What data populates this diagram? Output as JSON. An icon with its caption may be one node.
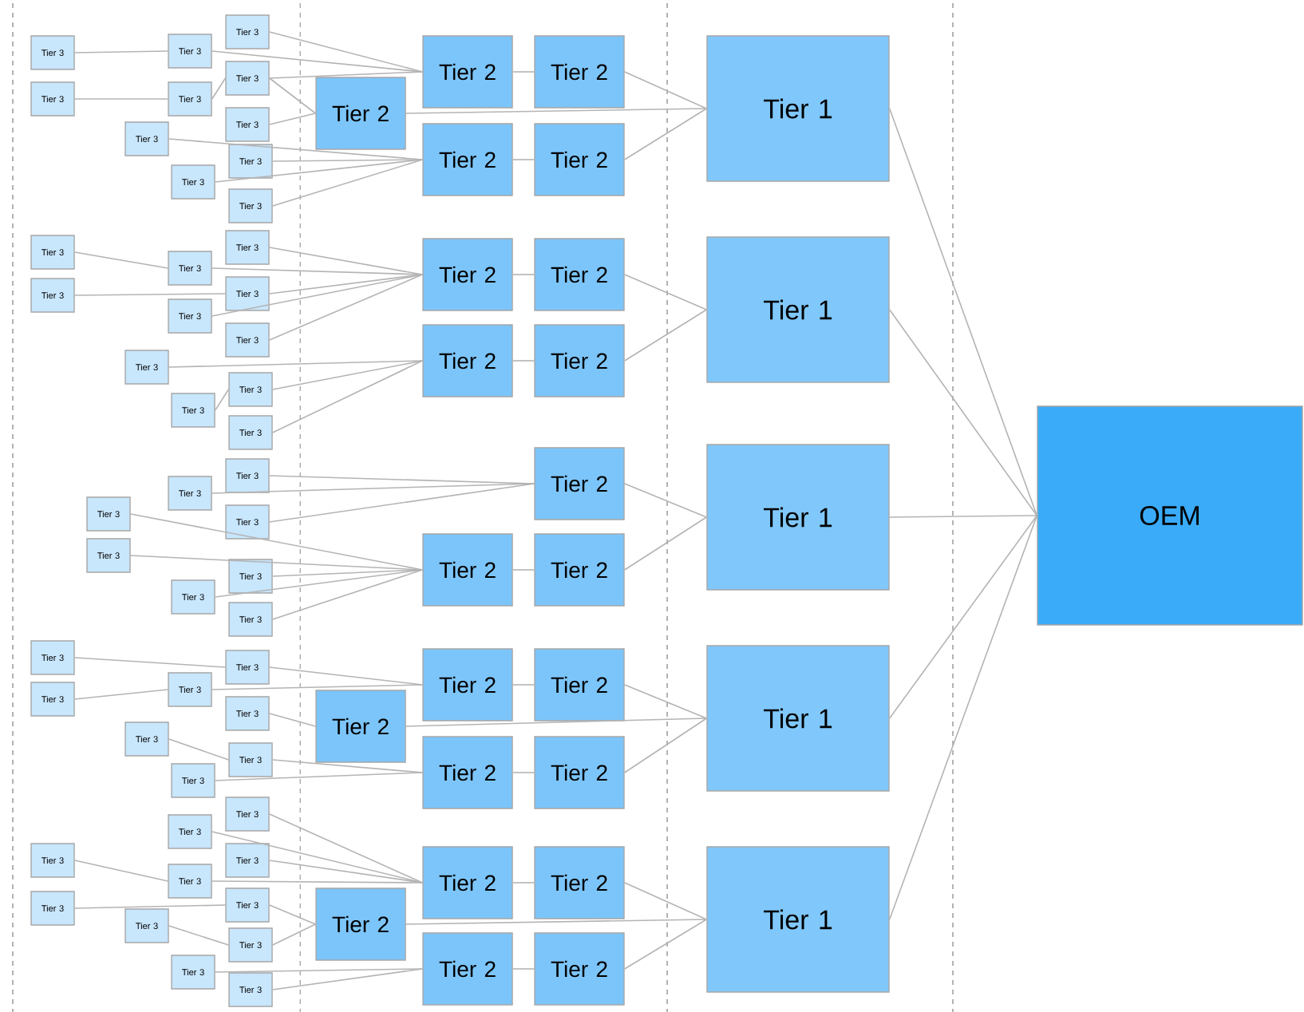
{
  "diagram": {
    "nodes": [
      {
        "text": [
          "Tier 3"
        ]
      },
      {
        "text": [
          "Tier 3"
        ]
      },
      {
        "text": [
          "Tier 3"
        ]
      },
      {
        "text": [
          "Tier 3"
        ]
      },
      {
        "text": [
          "Tier 3"
        ]
      },
      {
        "text": [
          "Tier 3"
        ]
      },
      {
        "text": [
          "Tier 3"
        ]
      },
      {
        "text": [
          "Tier 3"
        ]
      },
      {
        "text": [
          "Tier 3"
        ]
      },
      {
        "text": [
          "Tier 3"
        ]
      },
      {
        "text": [
          "Tier 3"
        ]
      },
      {
        "text": [
          "Tier 2"
        ]
      },
      {
        "text": [
          "Tier 2"
        ]
      },
      {
        "text": [
          "Tier 2"
        ]
      },
      {
        "text": [
          "Tier 2"
        ]
      },
      {
        "text": [
          "Tier 2"
        ]
      },
      {
        "text": [
          "Tier 1"
        ]
      },
      {
        "text": [
          "Tier 3"
        ]
      },
      {
        "text": [
          "Tier 3"
        ]
      },
      {
        "text": [
          "Tier 3"
        ]
      },
      {
        "text": [
          "Tier 3"
        ]
      },
      {
        "text": [
          "Tier 3"
        ]
      },
      {
        "text": [
          "Tier 3"
        ]
      },
      {
        "text": [
          "Tier 3"
        ]
      },
      {
        "text": [
          "Tier 3"
        ]
      },
      {
        "text": [
          "Tier 3"
        ]
      },
      {
        "text": [
          "Tier 3"
        ]
      },
      {
        "text": [
          "Tier 3"
        ]
      },
      {
        "text": [
          "Tier 2"
        ]
      },
      {
        "text": [
          "Tier 2"
        ]
      },
      {
        "text": [
          "Tier 2"
        ]
      },
      {
        "text": [
          "Tier 2"
        ]
      },
      {
        "text": [
          "Tier 1"
        ]
      },
      {
        "text": [
          "Tier 3"
        ]
      },
      {
        "text": [
          "Tier 3"
        ]
      },
      {
        "text": [
          "Tier 3"
        ]
      },
      {
        "text": [
          "Tier 3"
        ]
      },
      {
        "text": [
          "Tier 3"
        ]
      },
      {
        "text": [
          "Tier 3"
        ]
      },
      {
        "text": [
          "Tier 3"
        ]
      },
      {
        "text": [
          "Tier 3"
        ]
      },
      {
        "text": [
          "Tier 2"
        ]
      },
      {
        "text": [
          "Tier 2"
        ]
      },
      {
        "text": [
          "Tier 2"
        ]
      },
      {
        "text": [
          "Tier 1"
        ]
      },
      {
        "text": [
          "Tier 3"
        ]
      },
      {
        "text": [
          "Tier 3"
        ]
      },
      {
        "text": [
          "Tier 3"
        ]
      },
      {
        "text": [
          "Tier 3"
        ]
      },
      {
        "text": [
          "Tier 3"
        ]
      },
      {
        "text": [
          "Tier 3"
        ]
      },
      {
        "text": [
          "Tier 3"
        ]
      },
      {
        "text": [
          "Tier 3"
        ]
      },
      {
        "text": [
          "Tier 2"
        ]
      },
      {
        "text": [
          "Tier 2"
        ]
      },
      {
        "text": [
          "Tier 2"
        ]
      },
      {
        "text": [
          "Tier 2"
        ]
      },
      {
        "text": [
          "Tier 2"
        ]
      },
      {
        "text": [
          "Tier 1"
        ]
      },
      {
        "text": [
          "Tier 3"
        ]
      },
      {
        "text": [
          "Tier 3"
        ]
      },
      {
        "text": [
          "Tier 3"
        ]
      },
      {
        "text": [
          "Tier 3"
        ]
      },
      {
        "text": [
          "Tier 3"
        ]
      },
      {
        "text": [
          "Tier 3"
        ]
      },
      {
        "text": [
          "Tier 3"
        ]
      },
      {
        "text": [
          "Tier 3"
        ]
      },
      {
        "text": [
          "Tier 3"
        ]
      },
      {
        "text": [
          "Tier 3"
        ]
      },
      {
        "text": [
          "Tier 3"
        ]
      },
      {
        "text": [
          "Tier 2"
        ]
      },
      {
        "text": [
          "Tier 2"
        ]
      },
      {
        "text": [
          "Tier 2"
        ]
      },
      {
        "text": [
          "Tier 2"
        ]
      },
      {
        "text": [
          "Tier 2"
        ]
      },
      {
        "text": [
          "Tier 1"
        ]
      },
      {
        "text": [
          "OEM"
        ]
      }
    ],
    "edges": [
      {
        "from": 0,
        "to": 2,
        "arrow": "none"
      },
      {
        "from": 1,
        "to": 3,
        "arrow": "none"
      },
      {
        "from": 2,
        "to": 11,
        "arrow": "none"
      },
      {
        "from": 3,
        "to": 5,
        "arrow": "none"
      },
      {
        "from": 4,
        "to": 11,
        "arrow": "none"
      },
      {
        "from": 5,
        "to": 11,
        "arrow": "none"
      },
      {
        "from": 5,
        "to": 13,
        "arrow": "none"
      },
      {
        "from": 6,
        "to": 13,
        "arrow": "none"
      },
      {
        "from": 7,
        "to": 14,
        "arrow": "none"
      },
      {
        "from": 8,
        "to": 14,
        "arrow": "none"
      },
      {
        "from": 9,
        "to": 14,
        "arrow": "none"
      },
      {
        "from": 10,
        "to": 14,
        "arrow": "none"
      },
      {
        "from": 11,
        "to": 12,
        "arrow": "none"
      },
      {
        "from": 14,
        "to": 15,
        "arrow": "none"
      },
      {
        "from": 13,
        "to": 16,
        "arrow": "none"
      },
      {
        "from": 12,
        "to": 16,
        "arrow": "none"
      },
      {
        "from": 15,
        "to": 16,
        "arrow": "none"
      },
      {
        "from": 17,
        "to": 19,
        "arrow": "none"
      },
      {
        "from": 18,
        "to": 21,
        "arrow": "none"
      },
      {
        "from": 20,
        "to": 28,
        "arrow": "none"
      },
      {
        "from": 19,
        "to": 28,
        "arrow": "none"
      },
      {
        "from": 21,
        "to": 28,
        "arrow": "none"
      },
      {
        "from": 22,
        "to": 28,
        "arrow": "none"
      },
      {
        "from": 23,
        "to": 28,
        "arrow": "none"
      },
      {
        "from": 24,
        "to": 30,
        "arrow": "none"
      },
      {
        "from": 25,
        "to": 30,
        "arrow": "none"
      },
      {
        "from": 26,
        "to": 25,
        "arrow": "none"
      },
      {
        "from": 27,
        "to": 30,
        "arrow": "none"
      },
      {
        "from": 28,
        "to": 29,
        "arrow": "none"
      },
      {
        "from": 30,
        "to": 31,
        "arrow": "none"
      },
      {
        "from": 29,
        "to": 32,
        "arrow": "none"
      },
      {
        "from": 31,
        "to": 32,
        "arrow": "none"
      },
      {
        "from": 33,
        "to": 41,
        "arrow": "none"
      },
      {
        "from": 34,
        "to": 41,
        "arrow": "none"
      },
      {
        "from": 36,
        "to": 41,
        "arrow": "none"
      },
      {
        "from": 35,
        "to": 42,
        "arrow": "none"
      },
      {
        "from": 37,
        "to": 42,
        "arrow": "none"
      },
      {
        "from": 38,
        "to": 42,
        "arrow": "none"
      },
      {
        "from": 39,
        "to": 42,
        "arrow": "none"
      },
      {
        "from": 40,
        "to": 42,
        "arrow": "none"
      },
      {
        "from": 42,
        "to": 43,
        "arrow": "none"
      },
      {
        "from": 41,
        "to": 44,
        "arrow": "none"
      },
      {
        "from": 43,
        "to": 44,
        "arrow": "none"
      },
      {
        "from": 45,
        "to": 46,
        "arrow": "none"
      },
      {
        "from": 47,
        "to": 48,
        "arrow": "none"
      },
      {
        "from": 46,
        "to": 53,
        "arrow": "none"
      },
      {
        "from": 48,
        "to": 53,
        "arrow": "none"
      },
      {
        "from": 49,
        "to": 55,
        "arrow": "none"
      },
      {
        "from": 50,
        "to": 51,
        "arrow": "none"
      },
      {
        "from": 51,
        "to": 56,
        "arrow": "none"
      },
      {
        "from": 52,
        "to": 56,
        "arrow": "none"
      },
      {
        "from": 53,
        "to": 54,
        "arrow": "none"
      },
      {
        "from": 56,
        "to": 57,
        "arrow": "none"
      },
      {
        "from": 55,
        "to": 58,
        "arrow": "none"
      },
      {
        "from": 54,
        "to": 58,
        "arrow": "none"
      },
      {
        "from": 57,
        "to": 58,
        "arrow": "none"
      },
      {
        "from": 59,
        "to": 70,
        "arrow": "none"
      },
      {
        "from": 60,
        "to": 70,
        "arrow": "none"
      },
      {
        "from": 62,
        "to": 70,
        "arrow": "none"
      },
      {
        "from": 61,
        "to": 63,
        "arrow": "none"
      },
      {
        "from": 63,
        "to": 70,
        "arrow": "none"
      },
      {
        "from": 65,
        "to": 64,
        "arrow": "none"
      },
      {
        "from": 64,
        "to": 72,
        "arrow": "none"
      },
      {
        "from": 66,
        "to": 67,
        "arrow": "none"
      },
      {
        "from": 67,
        "to": 72,
        "arrow": "none"
      },
      {
        "from": 68,
        "to": 73,
        "arrow": "none"
      },
      {
        "from": 69,
        "to": 73,
        "arrow": "none"
      },
      {
        "from": 70,
        "to": 71,
        "arrow": "none"
      },
      {
        "from": 73,
        "to": 74,
        "arrow": "none"
      },
      {
        "from": 72,
        "to": 75,
        "arrow": "none"
      },
      {
        "from": 71,
        "to": 75,
        "arrow": "none"
      },
      {
        "from": 74,
        "to": 75,
        "arrow": "none"
      },
      {
        "from": 16,
        "to": 76,
        "arrow": "none"
      },
      {
        "from": 32,
        "to": 76,
        "arrow": "none"
      },
      {
        "from": 44,
        "to": 76,
        "arrow": "none"
      },
      {
        "from": 58,
        "to": 76,
        "arrow": "none"
      },
      {
        "from": 75,
        "to": 76,
        "arrow": "none"
      }
    ]
  }
}
